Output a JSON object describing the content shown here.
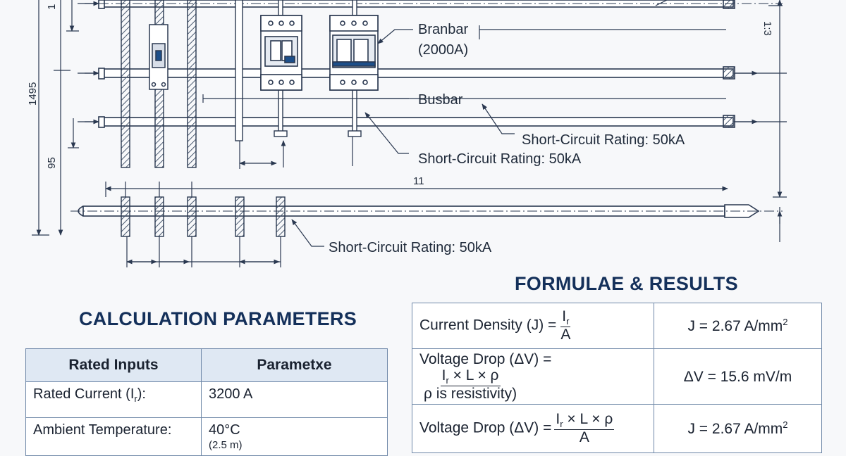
{
  "drawing": {
    "callouts": {
      "branbar_label": "Branbar",
      "branbar_rating": "(2000A)",
      "busbar_label": "Busbar",
      "short_circuit_1": "Short-Circuit Rating: 50kA",
      "short_circuit_2": "Short-Circuit Rating: 50kA",
      "short_circuit_3": "Short-Circuit Rating: 50kA"
    },
    "dimensions": {
      "left_top_mark": "1",
      "left_overall": "1495",
      "left_lower": "95",
      "right_top_mark": "1:3",
      "horizontal_center": "11"
    }
  },
  "calc_params": {
    "heading": "CALCULATION PARAMETERS",
    "headers": [
      "Rated Inputs",
      "Parametxe"
    ],
    "rows": [
      {
        "label": "Rated Current (I",
        "label_sub": "r",
        "label_tail": "):",
        "value": "3200 A",
        "note": ""
      },
      {
        "label": "Ambient Temperature:",
        "label_sub": "",
        "label_tail": "",
        "value": "40°C",
        "note": "(2.5 m)"
      }
    ]
  },
  "results": {
    "heading": "FORMULAE & RESULTS",
    "rows": [
      {
        "formula_prefix": "Current Density (J) =",
        "numerator_main": "I",
        "numerator_sub": "r",
        "numerator_tail": "",
        "denominator": "A",
        "result_main": "J = 2.67 A/mm",
        "result_sup": "2"
      },
      {
        "formula_prefix": "Voltage Drop (ΔV) =",
        "numerator_main": "I",
        "numerator_sub": "r",
        "numerator_tail": " × L × ρ",
        "denominator": "ρ is resistivity)",
        "result_main": "ΔV = 15.6 mV/m",
        "result_sup": ""
      },
      {
        "formula_prefix": "Voltage Drop (ΔV) =",
        "numerator_main": "I",
        "numerator_sub": "r",
        "numerator_tail": " × L × ρ",
        "denominator": "A",
        "result_main": "J = 2.67 A/mm",
        "result_sup": "2"
      }
    ]
  },
  "colors": {
    "heading": "#14305a",
    "line": "#2a3850",
    "hatch": "#4a5a70",
    "accent": "#1d4f8a",
    "table_header_bg": "#dfe8f3",
    "table_border": "#6f88a8"
  }
}
